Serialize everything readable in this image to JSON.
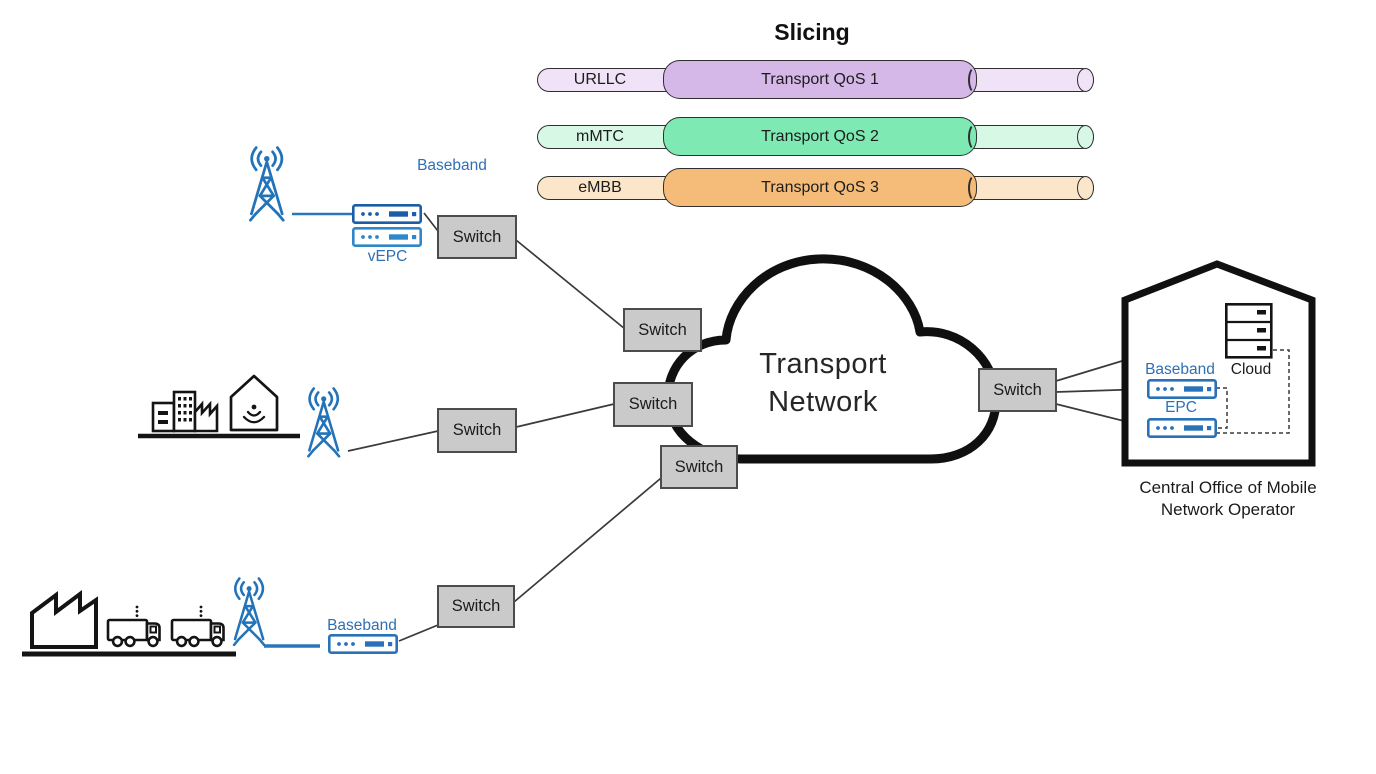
{
  "diagram": {
    "slicing": {
      "title": "Slicing",
      "slices": [
        {
          "access": "URLLC",
          "transport": "Transport QoS 1",
          "thin_color": "#f0e3f8",
          "thick_color": "#d5b7e8"
        },
        {
          "access": "mMTC",
          "transport": "Transport QoS 2",
          "thin_color": "#d6f8e5",
          "thick_color": "#7ee9b3"
        },
        {
          "access": "eMBB",
          "transport": "Transport QoS 3",
          "thin_color": "#fce6c9",
          "thick_color": "#f5bc79"
        }
      ]
    },
    "switch_label": "Switch",
    "cloud": {
      "line1": "Transport",
      "line2": "Network"
    },
    "access_sites": {
      "macro_site": {
        "baseband_label": "Baseband",
        "vepc_label": "vEPC"
      },
      "industrial_site": {
        "baseband_label": "Baseband"
      }
    },
    "central_office": {
      "baseband_label": "Baseband",
      "epc_label": "EPC",
      "cloud_label": "Cloud",
      "caption_line1": "Central Office of Mobile",
      "caption_line2": "Network Operator"
    },
    "colors": {
      "accent_blue": "#2273b9",
      "switch_fill": "#cacaca",
      "switch_border": "#4c4c4c",
      "outline_dark": "#141414",
      "connector": "#3a3a3a"
    }
  }
}
